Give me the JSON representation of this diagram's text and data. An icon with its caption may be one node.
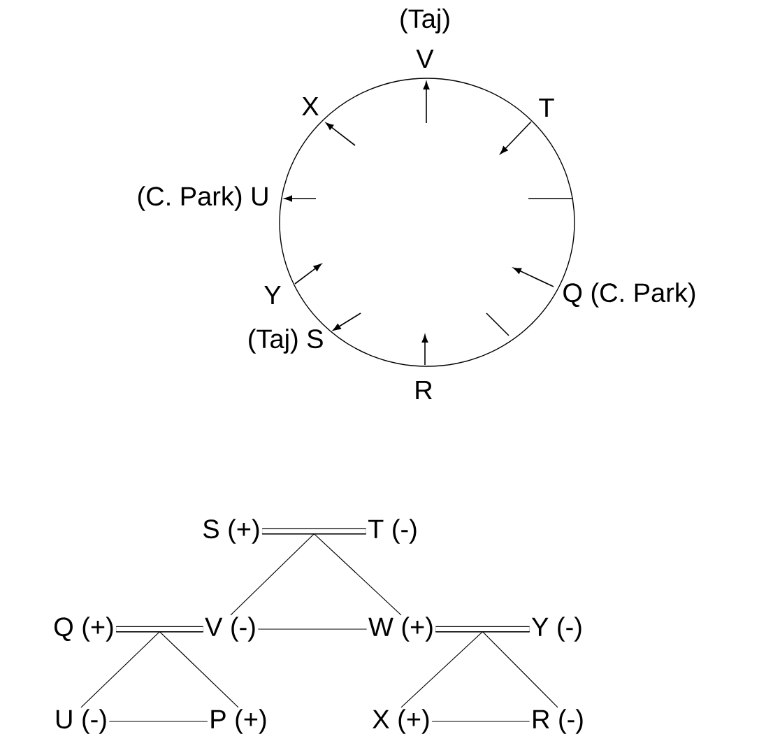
{
  "diagram": {
    "nodes": [
      {
        "text": [
          "S (+)"
        ]
      },
      {
        "text": [
          "T (-)"
        ]
      },
      {
        "text": [
          "Q (+)"
        ]
      },
      {
        "text": [
          "V (-)"
        ]
      },
      {
        "text": [
          "W (+)"
        ]
      },
      {
        "text": [
          "Y (-)"
        ]
      },
      {
        "text": [
          "U (-)"
        ]
      },
      {
        "text": [
          "P (+)"
        ]
      },
      {
        "text": [
          "X (+)"
        ]
      },
      {
        "text": [
          "R (-)"
        ]
      }
    ],
    "edges": [
      {
        "from": 0,
        "to": 1,
        "arrow": "none",
        "style": "thick"
      },
      {
        "from": 0,
        "to": 3,
        "arrow": "none"
      },
      {
        "from": 1,
        "to": 3,
        "arrow": "none"
      },
      {
        "from": 0,
        "to": 4,
        "arrow": "none"
      },
      {
        "from": 1,
        "to": 4,
        "arrow": "none"
      },
      {
        "from": 2,
        "to": 3,
        "arrow": "none",
        "style": "thick"
      },
      {
        "from": 3,
        "to": 4,
        "arrow": "none"
      },
      {
        "from": 4,
        "to": 5,
        "arrow": "none",
        "style": "thick"
      },
      {
        "from": 2,
        "to": 6,
        "arrow": "none"
      },
      {
        "from": 3,
        "to": 6,
        "arrow": "none"
      },
      {
        "from": 2,
        "to": 7,
        "arrow": "none"
      },
      {
        "from": 3,
        "to": 7,
        "arrow": "none"
      },
      {
        "from": 4,
        "to": 8,
        "arrow": "none"
      },
      {
        "from": 5,
        "to": 8,
        "arrow": "none"
      },
      {
        "from": 4,
        "to": 9,
        "arrow": "none"
      },
      {
        "from": 5,
        "to": 9,
        "arrow": "none"
      },
      {
        "from": 6,
        "to": 7,
        "arrow": "none"
      },
      {
        "from": 8,
        "to": 9,
        "arrow": "none"
      }
    ],
    "labels": [
      "(Taj)",
      "V",
      "X",
      "T",
      "(C. Park) U",
      "Y",
      "Q (C. Park)",
      "(Taj) S",
      "R"
    ]
  }
}
